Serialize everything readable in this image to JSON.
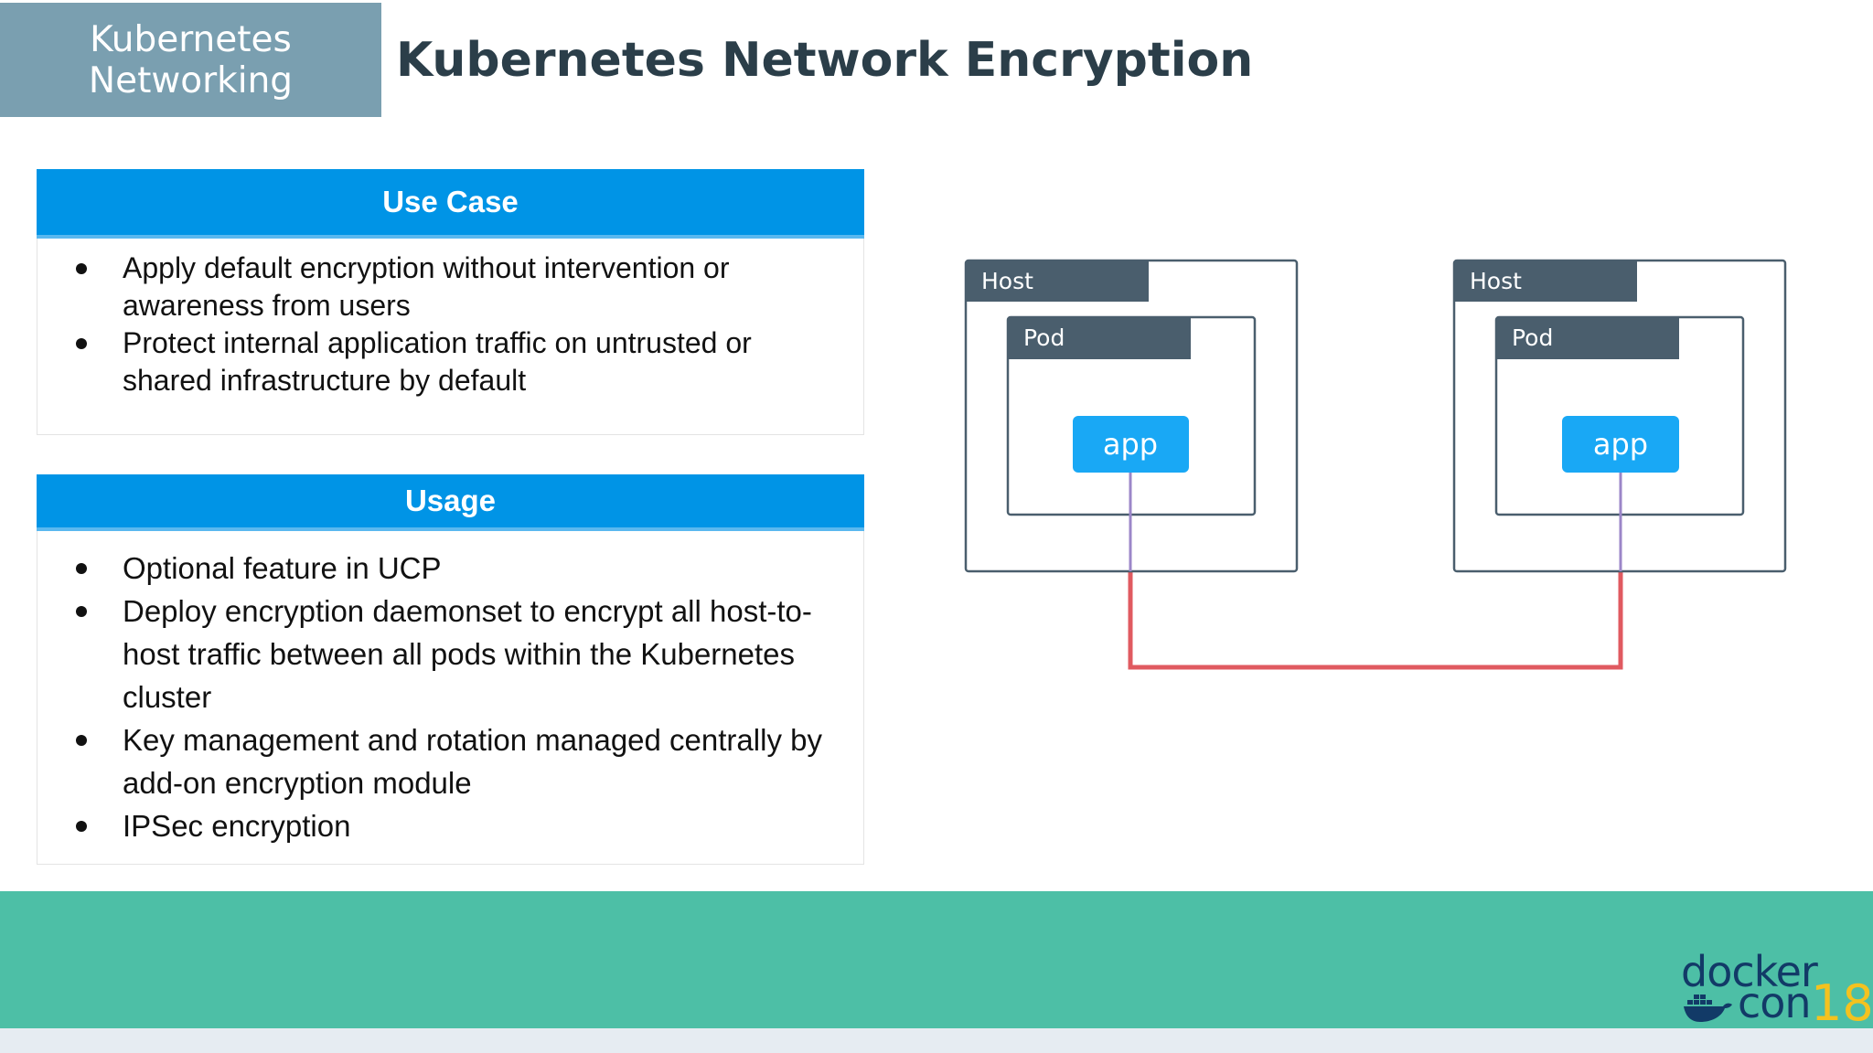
{
  "header": {
    "section_line1": "Kubernetes",
    "section_line2": "Networking",
    "title": "Kubernetes Network Encryption"
  },
  "use_case": {
    "heading": "Use Case",
    "bullets": [
      "Apply default encryption without intervention or awareness from users",
      "Protect internal application traffic on untrusted or shared infrastructure by default"
    ]
  },
  "usage": {
    "heading": "Usage",
    "bullets": [
      "Optional feature in UCP",
      "Deploy encryption daemonset to encrypt all host-to-host traffic between all pods within the Kubernetes cluster",
      "Key management and rotation managed centrally by add-on encryption module",
      "IPSec encryption"
    ]
  },
  "diagram": {
    "host_left": {
      "host_label": "Host",
      "pod_label": "Pod",
      "app_label": "app"
    },
    "host_right": {
      "host_label": "Host",
      "pod_label": "Pod",
      "app_label": "app"
    }
  },
  "colors": {
    "section_tag": "#7a9fb0",
    "title": "#2b3e49",
    "panel_header": "#0094e6",
    "label_tab": "#4a5e6d",
    "app_box": "#19a8f5",
    "pod_link": "#9b86c8",
    "host_link": "#e05a60",
    "footer": "#4dbfa6"
  },
  "footer": {
    "logo_word1": "docker",
    "logo_word2": "con",
    "logo_year": "18",
    "logo_icon": "docker-whale-icon"
  }
}
